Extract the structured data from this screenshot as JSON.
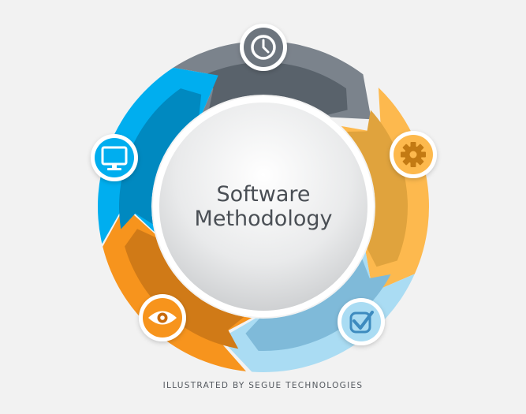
{
  "diagram": {
    "title_line1": "Software",
    "title_line2": "Methodology",
    "caption": "ILLUSTRATED BY SEGUE TECHNOLOGIES",
    "segments": [
      {
        "name": "top",
        "color": "#7b838c",
        "inner_color": "#59626b",
        "icon": "clock-icon"
      },
      {
        "name": "right-top",
        "color": "#fdb94e",
        "inner_color": "#e0a33d",
        "icon": "gear-icon"
      },
      {
        "name": "right-bottom",
        "color": "#aadcf3",
        "inner_color": "#7fbad9",
        "icon": "checkbox-check-icon"
      },
      {
        "name": "left-bottom",
        "color": "#f7941d",
        "inner_color": "#d07a17",
        "icon": "eye-icon"
      },
      {
        "name": "left-top",
        "color": "#00aeef",
        "inner_color": "#0089c0",
        "icon": "monitor-icon"
      }
    ]
  }
}
